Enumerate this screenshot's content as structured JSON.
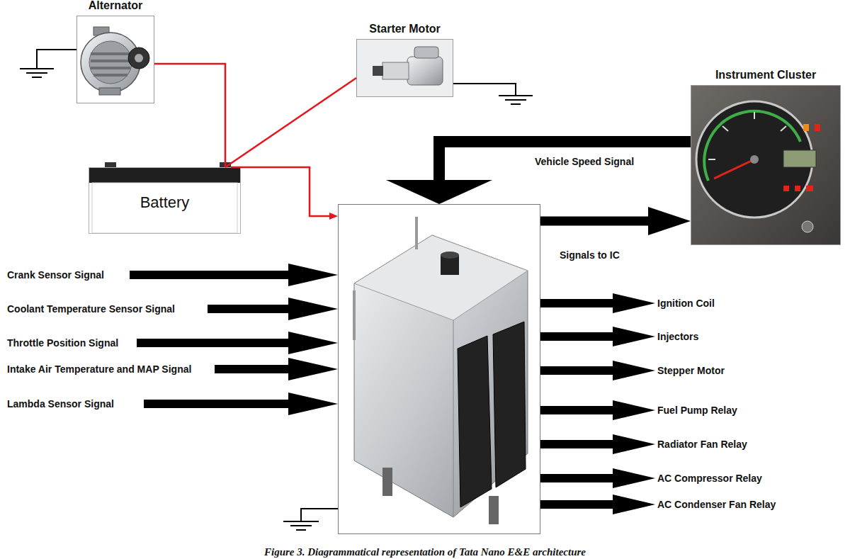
{
  "diagram": {
    "caption": "Figure 3. Diagrammatical representation of Tata Nano E&E architecture",
    "nodes": [
      {
        "text": [
          "Alternator"
        ]
      },
      {
        "text": [
          "Starter Motor"
        ]
      },
      {
        "text": [
          "Instrument Cluster"
        ]
      },
      {
        "text": [
          "Battery"
        ]
      },
      {
        "text": []
      }
    ],
    "edges": [
      {
        "from": 0,
        "to": 3,
        "arrow": "none"
      },
      {
        "from": 3,
        "to": 1,
        "arrow": "none"
      },
      {
        "from": 3,
        "to": 4,
        "arrow": "to"
      },
      {
        "from": 2,
        "to": 4,
        "label": "Vehicle Speed Signal",
        "arrow": "to"
      },
      {
        "from": 4,
        "to": 2,
        "label": "Signals to IC",
        "arrow": "to"
      }
    ],
    "labels": [
      "Crank Sensor Signal",
      "Coolant Temperature Sensor Signal",
      "Throttle Position Signal",
      "Intake Air Temperature and MAP Signal",
      "Lambda Sensor Signal",
      "Ignition Coil",
      "Injectors",
      "Stepper Motor",
      "Fuel Pump Relay",
      "Radiator Fan Relay",
      "AC Compressor Relay",
      "AC Condenser Fan Relay"
    ]
  }
}
